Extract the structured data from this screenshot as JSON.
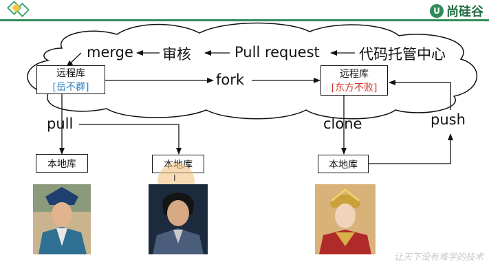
{
  "brand": {
    "name": "尚硅谷",
    "icon_letter": "U"
  },
  "cloud": {
    "host_label": "代码托管中心",
    "pull_request": "Pull request",
    "review": "审核",
    "merge": "merge",
    "fork": "fork"
  },
  "remote_left": {
    "title": "远程库",
    "owner": "[岳不群]"
  },
  "remote_right": {
    "title": "远程库",
    "owner": "[东方不败]"
  },
  "actions": {
    "pull": "pull",
    "clone": "clone",
    "push": "push"
  },
  "local_repos": [
    "本地库",
    "本地库",
    "本地库"
  ],
  "watermark": "让天下没有难学的技术",
  "colors": {
    "accent": "#2e8b57",
    "blue_text": "#2f7fbf",
    "red_text": "#d0392b"
  },
  "icons": [
    "logo-mark-icon",
    "brand-icon",
    "cursor-icon"
  ]
}
